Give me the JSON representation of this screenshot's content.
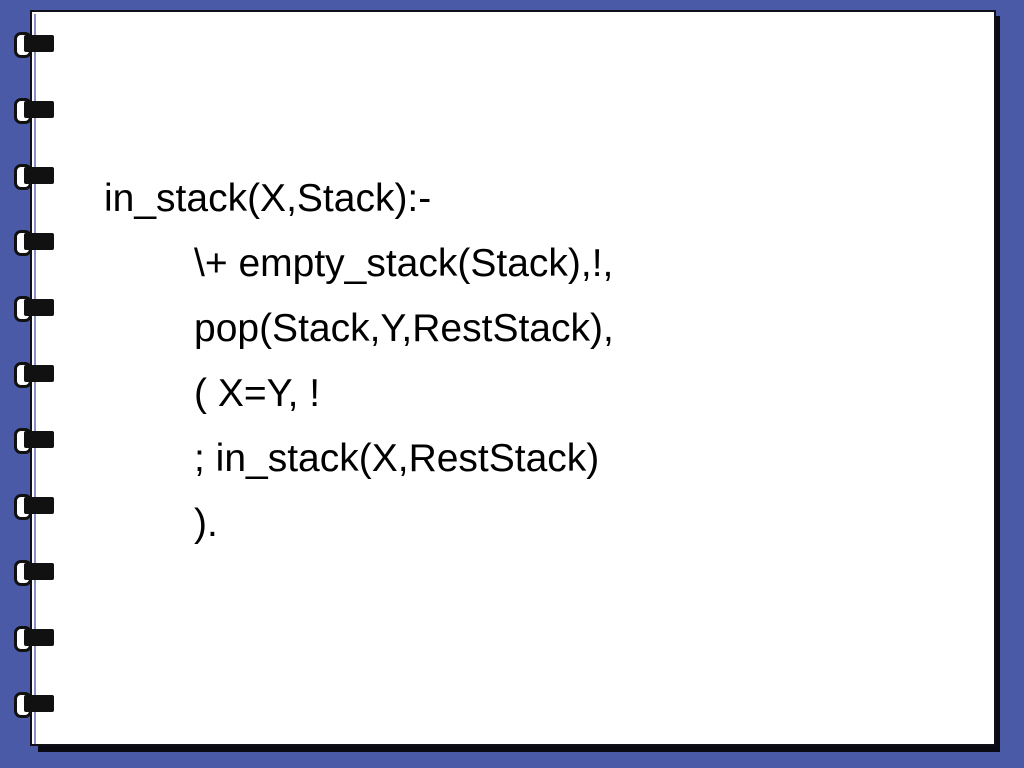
{
  "slide": {
    "background_color": "#4a5aa6",
    "page_color": "#ffffff",
    "binding_ring_count": 11,
    "code_lines": [
      {
        "text": "in_stack(X,Stack):-",
        "indented": false
      },
      {
        "text": "\\+ empty_stack(Stack),!,",
        "indented": true
      },
      {
        "text": "pop(Stack,Y,RestStack),",
        "indented": true
      },
      {
        "text": "( X=Y, !",
        "indented": true
      },
      {
        "text": "; in_stack(X,RestStack)",
        "indented": true
      },
      {
        "text": ").",
        "indented": true
      }
    ]
  }
}
